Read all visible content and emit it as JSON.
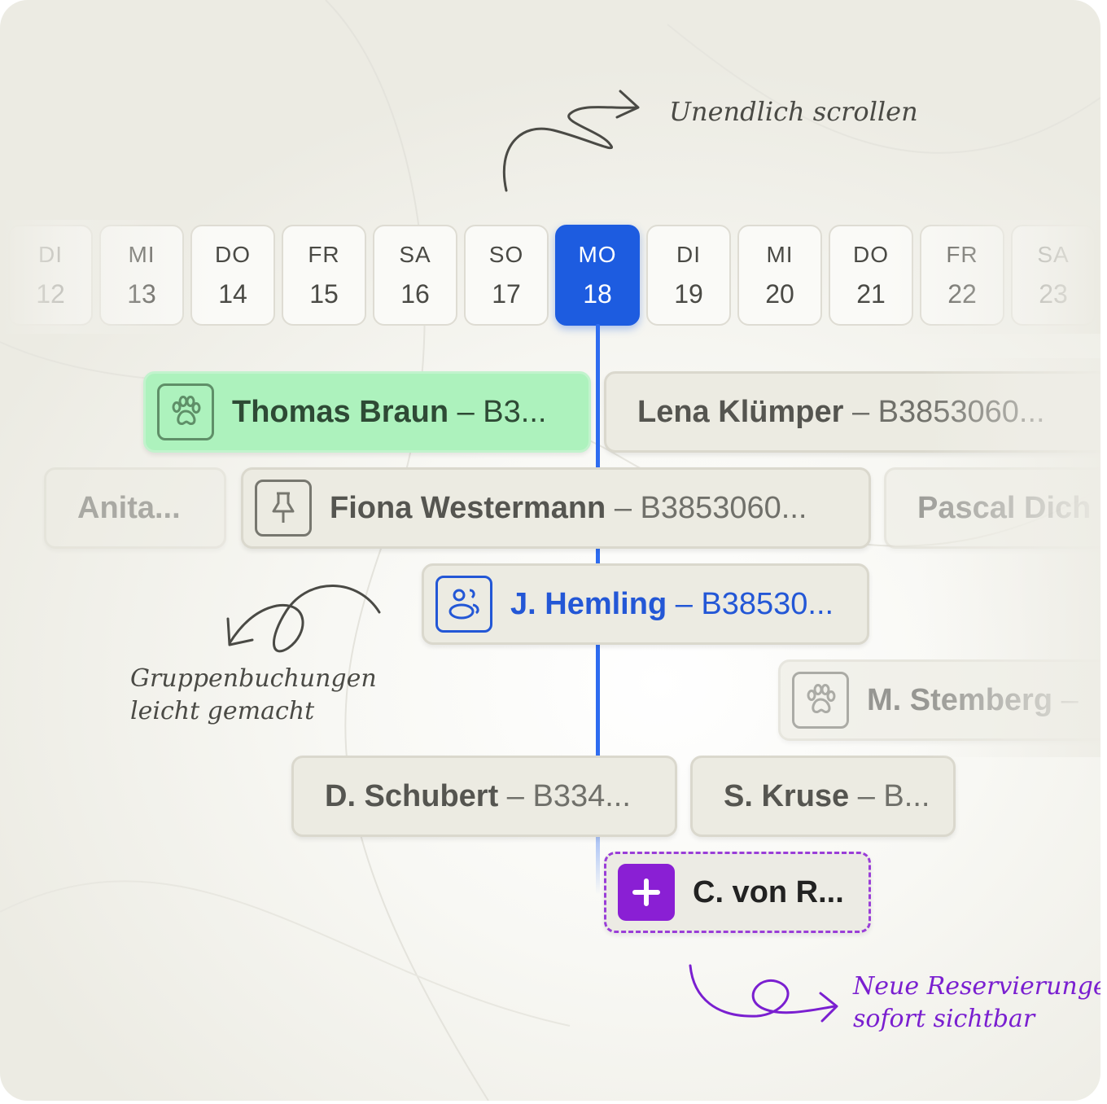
{
  "days": [
    {
      "name": "DI",
      "num": "12"
    },
    {
      "name": "MI",
      "num": "13"
    },
    {
      "name": "DO",
      "num": "14"
    },
    {
      "name": "FR",
      "num": "15"
    },
    {
      "name": "SA",
      "num": "16"
    },
    {
      "name": "SO",
      "num": "17"
    },
    {
      "name": "MO",
      "num": "18",
      "active": true
    },
    {
      "name": "DI",
      "num": "19"
    },
    {
      "name": "MI",
      "num": "20"
    },
    {
      "name": "DO",
      "num": "21"
    },
    {
      "name": "FR",
      "num": "22"
    },
    {
      "name": "SA",
      "num": "23"
    }
  ],
  "bookings": {
    "thomas": {
      "name": "Thomas Braun",
      "code": " – B3...",
      "icon": "paw-icon"
    },
    "lena": {
      "name": "Lena Klümper",
      "code": "  – B3853060..."
    },
    "anita": {
      "name": "Anita..."
    },
    "fiona": {
      "name": "Fiona Westermann",
      "code": "  – B3853060...",
      "icon": "pin-icon"
    },
    "pascal": {
      "name": "Pascal Dich"
    },
    "hemling": {
      "name": "J. Hemling",
      "code": " – B38530...",
      "icon": "group-icon"
    },
    "stemberg": {
      "name": "M. Stemberg",
      "code": " –",
      "icon": "paw-icon"
    },
    "schubert": {
      "name": "D. Schubert",
      "code": " – B334..."
    },
    "kruse": {
      "name": "S. Kruse",
      "code": " – B..."
    },
    "von": {
      "name": "C. von R...",
      "icon": "plus-icon"
    }
  },
  "notes": {
    "scroll": "Unendlich scrollen",
    "group_line1": "Gruppenbuchungen",
    "group_line2": "leicht gemacht",
    "new_line1": "Neue Reservierungen",
    "new_line2": "sofort sichtbar"
  },
  "colors": {
    "accent_blue": "#1d5ce0",
    "pet_green": "#adf2bd",
    "new_purple": "#8a1fd4"
  }
}
